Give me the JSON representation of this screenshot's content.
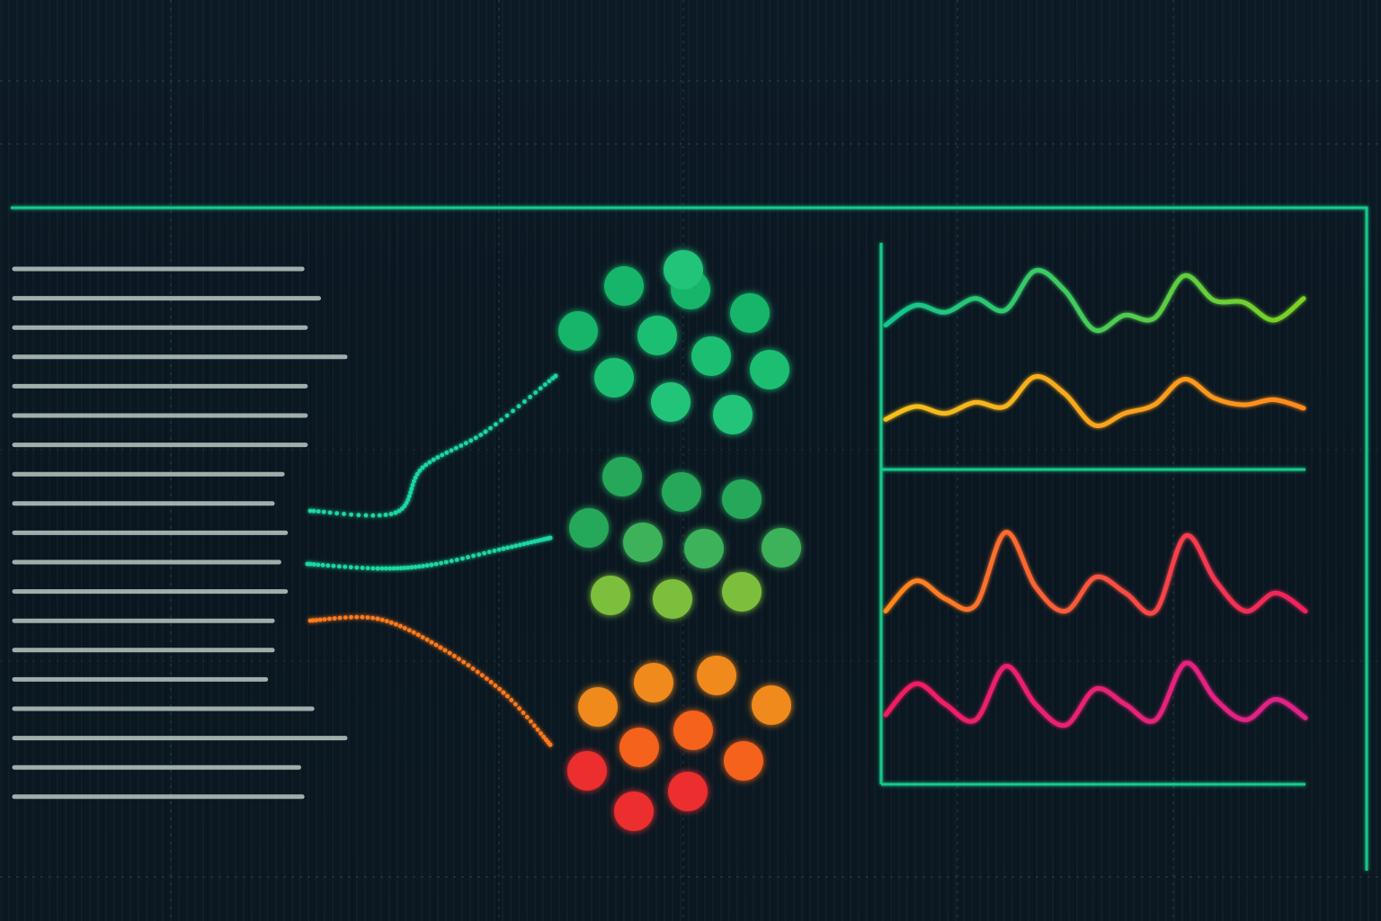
{
  "colors": {
    "background": "#0b1620",
    "frame": "#17c98a",
    "grid": "#3c5c72",
    "text_line": "#b9c9c4",
    "text_highlight": "#19d2a8",
    "line_teal": "#12c58d",
    "line_yellow": "#f4c21a",
    "line_orange": "#ff6a1c",
    "line_pink": "#f21f5f",
    "dots_teal": "#1fd8a0",
    "dots_orange": "#ff7a1c"
  },
  "text_lines": [
    {
      "length": 0.87,
      "highlight": [
        0.36,
        0.38
      ]
    },
    {
      "length": 0.92,
      "highlight": null
    },
    {
      "length": 0.88,
      "highlight": [
        0.19,
        0.21
      ]
    },
    {
      "length": 1.0,
      "highlight": [
        0.42,
        0.46
      ]
    },
    {
      "length": 0.88,
      "highlight": null
    },
    {
      "length": 0.88,
      "highlight": [
        0.82,
        0.86
      ]
    },
    {
      "length": 0.88,
      "highlight": [
        0.58,
        0.88
      ]
    },
    {
      "length": 0.81,
      "highlight": null
    },
    {
      "length": 0.78,
      "highlight": null
    },
    {
      "length": 0.82,
      "highlight": [
        0.16,
        0.2
      ]
    },
    {
      "length": 0.8,
      "highlight": null
    },
    {
      "length": 0.82,
      "highlight": [
        0.47,
        0.51
      ]
    },
    {
      "length": 0.78,
      "highlight": null
    },
    {
      "length": 0.78,
      "highlight": null
    },
    {
      "length": 0.76,
      "highlight": [
        0.62,
        0.76
      ]
    },
    {
      "length": 0.9,
      "highlight": null
    },
    {
      "length": 1.0,
      "highlight": null
    },
    {
      "length": 0.86,
      "highlight": [
        0.59,
        0.64
      ]
    },
    {
      "length": 0.87,
      "highlight": null
    }
  ],
  "clusters": [
    {
      "name": "teal",
      "colors": [
        "#18b56a",
        "#1bbf72",
        "#22c47a"
      ],
      "count": 11
    },
    {
      "name": "green",
      "colors": [
        "#27a85a",
        "#3eb25a",
        "#7bbf3c"
      ],
      "count": 10
    },
    {
      "name": "warm",
      "colors": [
        "#f08a1c",
        "#f4621f",
        "#ec2f2f"
      ],
      "count": 10
    }
  ],
  "connectors": [
    {
      "name": "upper-teal",
      "color": "#1fd8a0"
    },
    {
      "name": "middle-teal",
      "color": "#1fd8a0"
    },
    {
      "name": "lower-orange",
      "color": "#ff7a1c"
    }
  ],
  "charts": {
    "upper": {
      "series": [
        {
          "color_start": "#12c58d",
          "color_end": "#7ed321",
          "values": [
            0.35,
            0.55,
            0.48,
            0.62,
            0.5,
            0.9,
            0.7,
            0.3,
            0.45,
            0.42,
            0.85,
            0.6,
            0.58,
            0.4,
            0.62
          ]
        },
        {
          "color_start": "#f4c21a",
          "color_end": "#ff8a1c",
          "values": [
            0.25,
            0.4,
            0.32,
            0.45,
            0.4,
            0.75,
            0.55,
            0.18,
            0.32,
            0.42,
            0.72,
            0.5,
            0.42,
            0.48,
            0.38
          ]
        }
      ]
    },
    "lower": {
      "series": [
        {
          "color_start": "#ff8a1c",
          "color_end": "#f21f5f",
          "values": [
            0.3,
            0.55,
            0.4,
            0.35,
            0.95,
            0.5,
            0.3,
            0.58,
            0.45,
            0.3,
            0.92,
            0.55,
            0.3,
            0.45,
            0.3
          ]
        },
        {
          "color_start": "#f21f5f",
          "color_end": "#e0218a",
          "values": [
            0.35,
            0.65,
            0.45,
            0.3,
            0.82,
            0.45,
            0.25,
            0.6,
            0.45,
            0.3,
            0.85,
            0.5,
            0.3,
            0.5,
            0.32
          ]
        }
      ]
    }
  }
}
